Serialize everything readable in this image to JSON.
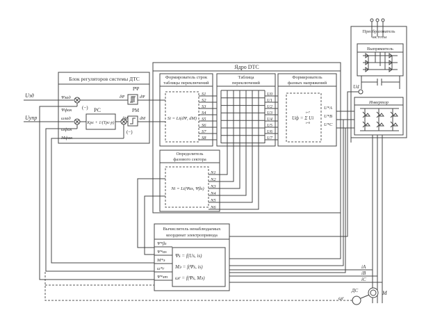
{
  "regulator_block": {
    "title": "Блок регуляторов системы ДТС",
    "input_u_zad": "Uзд",
    "input_u_upr": "Uупр",
    "psi_zad": "Ψзад",
    "psi_fak": "Ψфак",
    "omega_zad": "ωзад",
    "omega_fak": "ωфак",
    "m_fak": "Mфак",
    "minus1": "(−)",
    "minus2": "(−)",
    "pc_label": "РС",
    "pc_formula": "Kрс + 1/(Tрс·p)",
    "rpsi_label": "РΨ",
    "rm_label": "РМ",
    "delta_psi": "δΨ",
    "d_psi": "dΨ",
    "delta_m": "δM",
    "d_m": "dM"
  },
  "dtc_core": {
    "title": "Ядро DTC",
    "row_former": {
      "title_line1": "Формирователь строк",
      "title_line2": "таблицы переключений",
      "formula": "Si = Li(dΨ, dM)",
      "outputs": [
        "S1",
        "S2",
        "S3",
        "S4",
        "S5",
        "S6",
        "S7",
        "S8"
      ]
    },
    "switch_table": {
      "title_line1": "Таблица",
      "title_line2": "переключений",
      "outputs": [
        "U0",
        "U1",
        "U2",
        "U3",
        "U4",
        "U5",
        "U6",
        "U7"
      ]
    },
    "phase_former": {
      "title_line1": "Формирователь",
      "title_line2": "фазных напряжений",
      "formula": "Uф = Σ Ui",
      "sum_top": "i=7",
      "sum_bottom": "i=0",
      "outputs": [
        "U*A",
        "U*B",
        "U*C"
      ]
    },
    "sector_detector": {
      "title_line1": "Определитель",
      "title_line2": "фазового сектора",
      "formula": "Ni = Li(Ψαs, Ψβs)",
      "outputs": [
        "N1",
        "N2",
        "N3",
        "N4",
        "N5",
        "N6"
      ]
    }
  },
  "observer": {
    "title_line1": "Вычислитель ненаблюдаемых",
    "title_line2": "координат электропривода",
    "outputs": [
      "Ψ*βs",
      "Ψ*αs",
      "M*э",
      "ω*r",
      "Ψ*зт"
    ],
    "formulas": [
      "Ψs = f(Us, is)",
      "Mэ = f(Ψs, is)",
      "ωr = f(Ψs, Mэ)"
    ]
  },
  "converter": {
    "title_line1": "Преобразователь",
    "title_line2": "частоты",
    "rectifier": "Выпрямитель",
    "inverter": "Инвертор",
    "ud": "Ud"
  },
  "motor": {
    "ia": "iA",
    "ib": "iB",
    "ic": "iC",
    "sensor": "ДС",
    "motor_label": "M",
    "omega_r": "ωr"
  }
}
